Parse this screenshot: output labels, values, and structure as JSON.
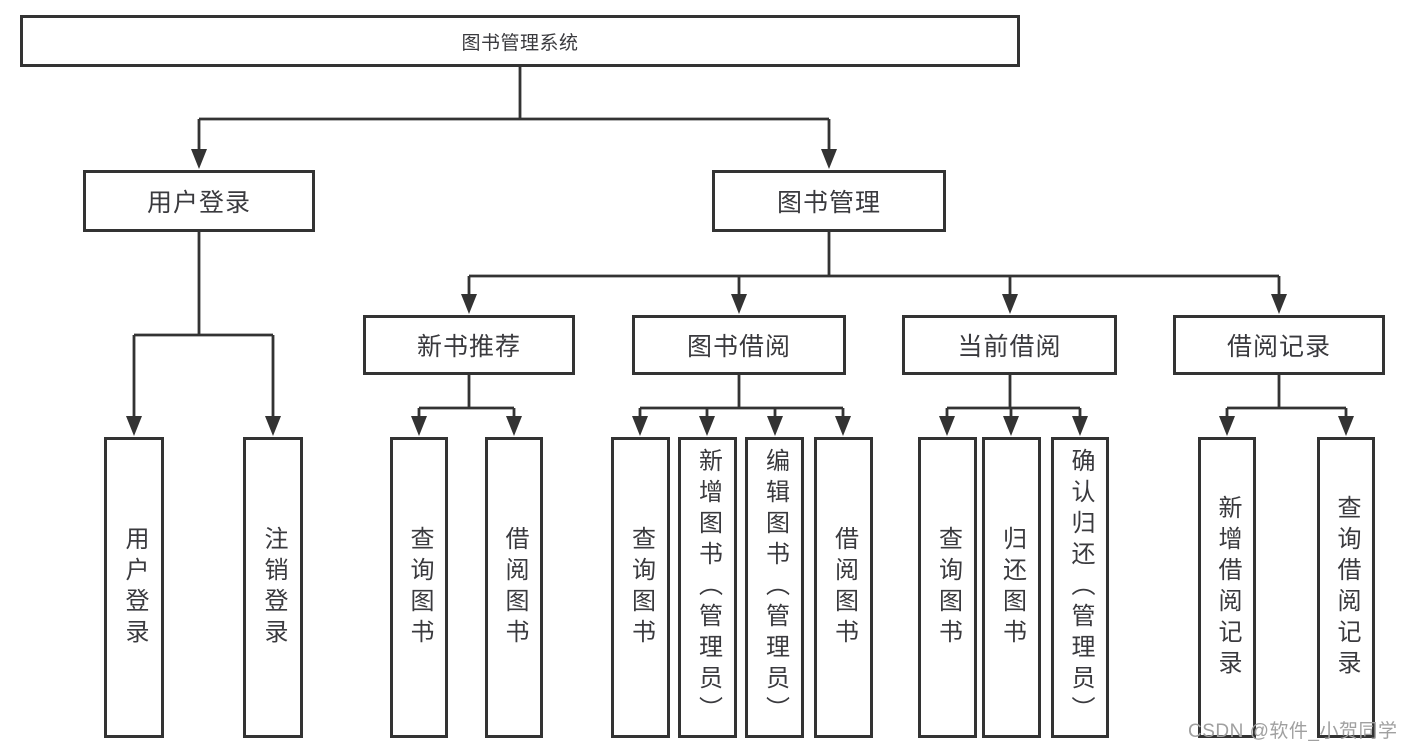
{
  "diagram": {
    "title": "图书管理系统",
    "root": {
      "label": "图书管理系统"
    },
    "branches": [
      {
        "label": "用户登录",
        "children": [
          {
            "label": "用户登录"
          },
          {
            "label": "注销登录"
          }
        ]
      },
      {
        "label": "图书管理",
        "children": [
          {
            "label": "新书推荐",
            "children": [
              {
                "label": "查询图书"
              },
              {
                "label": "借阅图书"
              }
            ]
          },
          {
            "label": "图书借阅",
            "children": [
              {
                "label": "查询图书"
              },
              {
                "label": "新增图书（管理员）"
              },
              {
                "label": "编辑图书（管理员）"
              },
              {
                "label": "借阅图书"
              }
            ]
          },
          {
            "label": "当前借阅",
            "children": [
              {
                "label": "查询图书"
              },
              {
                "label": "归还图书"
              },
              {
                "label": "确认归还（管理员）"
              }
            ]
          },
          {
            "label": "借阅记录",
            "children": [
              {
                "label": "新增借阅记录"
              },
              {
                "label": "查询借阅记录"
              }
            ]
          }
        ]
      }
    ]
  },
  "watermark": {
    "text": "CSDN @软件_小贺同学"
  },
  "colors": {
    "line": "#333333",
    "border": "#333333",
    "text": "#3a3a3e",
    "background": "#ffffff",
    "watermark": "#a0a0a0"
  }
}
